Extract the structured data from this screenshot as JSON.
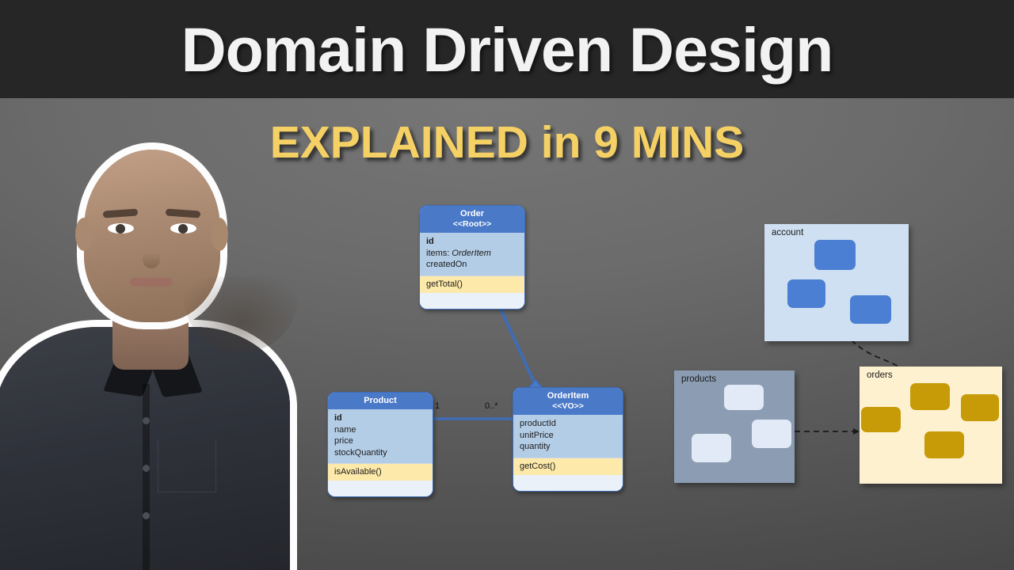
{
  "header": {
    "title": "Domain Driven Design",
    "bg_color": "#262626",
    "text_color": "#f2f2f2"
  },
  "subtitle": {
    "text": "EXPLAINED in 9 MINS",
    "color": "#f5d165"
  },
  "presenter": {
    "alt": "presenter-portrait"
  },
  "uml_diagram": {
    "classes": [
      {
        "name": "Order",
        "stereotype": "<<Root>>",
        "attributes": [
          {
            "text": "id",
            "style": "bold"
          },
          {
            "text": "items: OrderItem",
            "style": "italic-type"
          },
          {
            "text": "createdOn",
            "style": "normal"
          }
        ],
        "operations": [
          "getTotal()"
        ]
      },
      {
        "name": "Product",
        "stereotype": "",
        "attributes": [
          {
            "text": "id",
            "style": "bold"
          },
          {
            "text": "name",
            "style": "normal"
          },
          {
            "text": "price",
            "style": "normal"
          },
          {
            "text": "stockQuantity",
            "style": "normal"
          }
        ],
        "operations": [
          "isAvailable()"
        ]
      },
      {
        "name": "OrderItem",
        "stereotype": "<<VO>>",
        "attributes": [
          {
            "text": "productId",
            "style": "normal"
          },
          {
            "text": "unitPrice",
            "style": "normal"
          },
          {
            "text": "quantity",
            "style": "normal"
          }
        ],
        "operations": [
          "getCost()"
        ]
      }
    ],
    "relations": [
      {
        "from": "Order",
        "to": "OrderItem",
        "kind": "composition",
        "source_mult": "",
        "target_mult": ""
      },
      {
        "from": "Product",
        "to": "OrderItem",
        "kind": "association",
        "source_mult": "1",
        "target_mult": "0..*"
      }
    ],
    "colors": {
      "header": "#4a79c8",
      "attributes": "#b4cde6",
      "operations": "#fde9a9",
      "body": "#eaf1f9",
      "border": "#3f6cb5"
    }
  },
  "context_map": {
    "panels": [
      {
        "label": "account",
        "bg_color": "#cfe0f2",
        "node_color": "#4a7fd4",
        "node_count": 3
      },
      {
        "label": "products",
        "bg_color": "#8b9cb3",
        "node_color": "#e1eaf6",
        "node_count": 3
      },
      {
        "label": "orders",
        "bg_color": "#fdf1d0",
        "node_color": "#c79a07",
        "node_count": 4
      }
    ],
    "connections": [
      {
        "from": "account",
        "to": "orders",
        "style": "dashed-curve"
      },
      {
        "from": "products",
        "to": "orders",
        "style": "dashed-straight"
      }
    ]
  }
}
